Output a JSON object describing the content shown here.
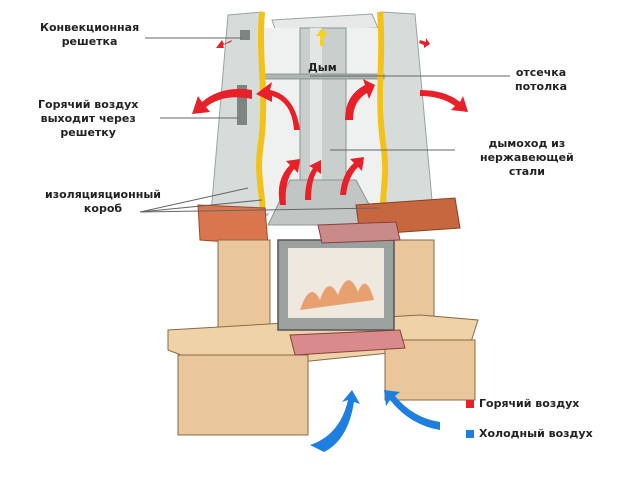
{
  "diagram": {
    "subject": "fireplace convection scheme",
    "labels": {
      "convection_grille": [
        "Конвекционная",
        "решетка"
      ],
      "hot_air_exit": [
        "Горячий воздух",
        "выходит через",
        "решетку"
      ],
      "insulation_box": [
        "изоляцияционный",
        "короб"
      ],
      "smoke": "Дым",
      "ceiling_cutoff": [
        "отсечка",
        "потолка"
      ],
      "steel_chimney": [
        "дымоход из",
        "нержавеющей",
        "стали"
      ]
    },
    "legend": [
      {
        "label": "Горячий воздух",
        "color": "#e8202a"
      },
      {
        "label": "Холодный воздух",
        "color": "#1e7fe0"
      }
    ],
    "colors": {
      "hot_air": "#e8202a",
      "cold_air": "#1e7fe0",
      "insulation": "#f2c21a",
      "casing": "#d9dfdc",
      "stone": "#e9c79a",
      "brick": "#d9764e",
      "smoke_arrow": "#f5d21e"
    }
  }
}
